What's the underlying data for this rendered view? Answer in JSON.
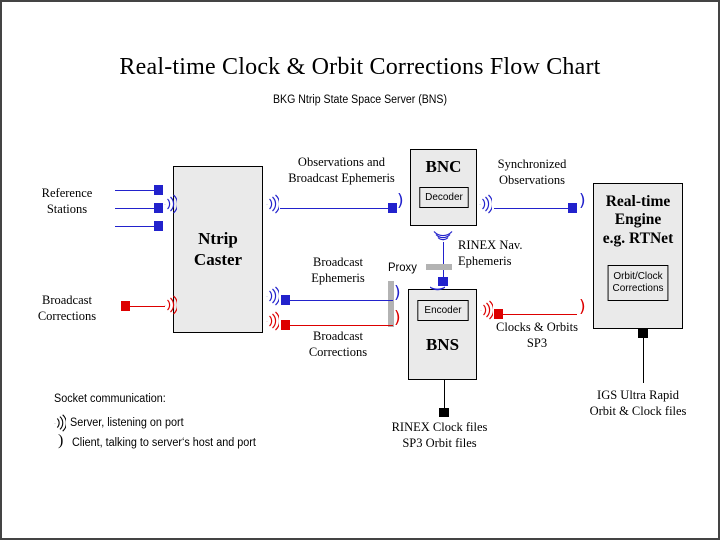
{
  "page": {
    "title": "Real-time Clock & Orbit Corrections Flow Chart",
    "subtitle": "BKG Ntrip State Space Server  (BNS)",
    "border_color": "#444444",
    "background": "#ffffff"
  },
  "colors": {
    "blue": "#2222cc",
    "red": "#dd0000",
    "black": "#000000",
    "box_fill": "#eaeaea",
    "proxy_bar": "#b3b3b3"
  },
  "boxes": {
    "ntrip_caster": {
      "title": "Ntrip\nCaster",
      "line1": "Ntrip",
      "line2": "Caster"
    },
    "bnc": {
      "title": "BNC",
      "sub": "Decoder"
    },
    "bns": {
      "title": "BNS",
      "sub": "Encoder"
    },
    "rt_engine": {
      "line1": "Real-time",
      "line2": "Engine",
      "line3": "e.g. RTNet",
      "sub_line1": "Orbit/Clock",
      "sub_line2": "Corrections"
    }
  },
  "labels": {
    "reference_stations_l1": "Reference",
    "reference_stations_l2": "Stations",
    "broadcast_corrections_out_l1": "Broadcast",
    "broadcast_corrections_out_l2": "Corrections",
    "observations_l1": "Observations and",
    "observations_l2": "Broadcast Ephemeris",
    "synchronized_l1": "Synchronized",
    "synchronized_l2": "Observations",
    "rinex_nav_l1": "RINEX Nav.",
    "rinex_nav_l2": "Ephemeris",
    "proxy": "Proxy",
    "broadcast_ephemeris_l1": "Broadcast",
    "broadcast_ephemeris_l2": "Ephemeris",
    "broadcast_corrections_l1": "Broadcast",
    "broadcast_corrections_l2": "Corrections",
    "clocks_orbits_l1": "Clocks & Orbits",
    "clocks_orbits_l2": "SP3",
    "rinex_clock_files_l1": "RINEX Clock files",
    "rinex_clock_files_l2": "SP3 Orbit files",
    "igs_l1": "IGS Ultra Rapid",
    "igs_l2": "Orbit & Clock files"
  },
  "legend": {
    "heading": "Socket communication:",
    "server_symbol": "server-socket-icon",
    "server_text": "Server,  listening on port",
    "client_symbol": "client-socket-icon",
    "client_text": "Client,  talking to server‘s host and port"
  }
}
